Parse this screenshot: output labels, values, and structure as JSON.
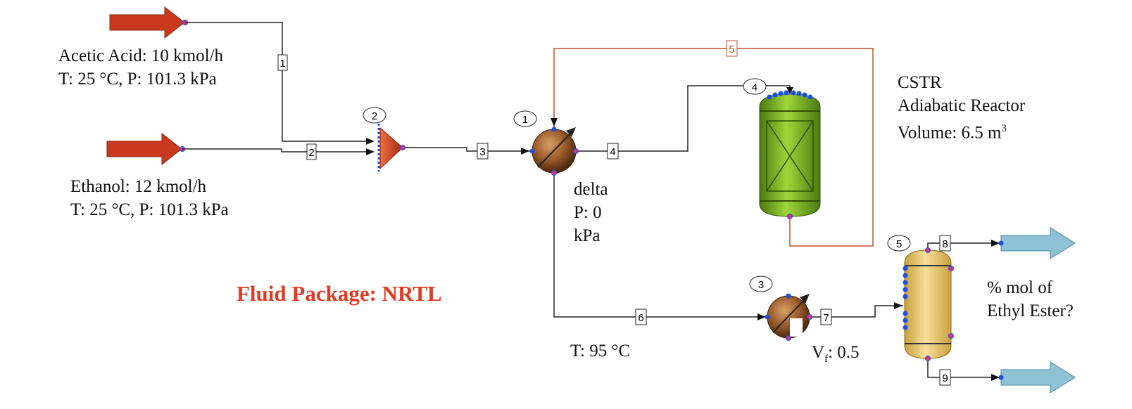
{
  "feeds": {
    "acid": {
      "line1": "Acetic Acid: 10 kmol/h",
      "line2": "T: 25 °C, P: 101.3 kPa"
    },
    "ethanol": {
      "line1": "Ethanol: 12 kmol/h",
      "line2": "T: 25 °C, P: 101.3 kPa"
    }
  },
  "heater1": {
    "line1": "delta",
    "line2": "P: 0",
    "line3": "kPa"
  },
  "cooler": {
    "label": "T: 95 °C"
  },
  "flash": {
    "vf_label": "V",
    "vf_sub": "f",
    "vf_value": ": 0.5"
  },
  "reactor": {
    "line1": "CSTR",
    "line2": "Adiabatic Reactor",
    "line3": "Volume: 6.5 m",
    "line3_sup": "3"
  },
  "question": {
    "line1": "% mol of",
    "line2": "Ethyl Ester?"
  },
  "fluid_package": "Fluid Package: NRTL",
  "streams": {
    "s1": "1",
    "s2": "2",
    "s3": "3",
    "s4": "4",
    "s5": "5",
    "s6": "6",
    "s7": "7",
    "s8": "8",
    "s9": "9"
  },
  "units": {
    "u1": "1",
    "u2": "2",
    "u3": "3",
    "u4": "4",
    "u5": "5"
  },
  "colors": {
    "feed_arrow": "#c8391d",
    "product_arrow": "#8fc2d4",
    "recycle_line": "#c0502e",
    "reactor_body": "#7cb52a",
    "separator_body": "#f0d27a",
    "heater_body": "#9a5a2a",
    "port_blue": "#1f4fe0",
    "port_red": "#d0338a",
    "fluid_text": "#e03a22"
  }
}
